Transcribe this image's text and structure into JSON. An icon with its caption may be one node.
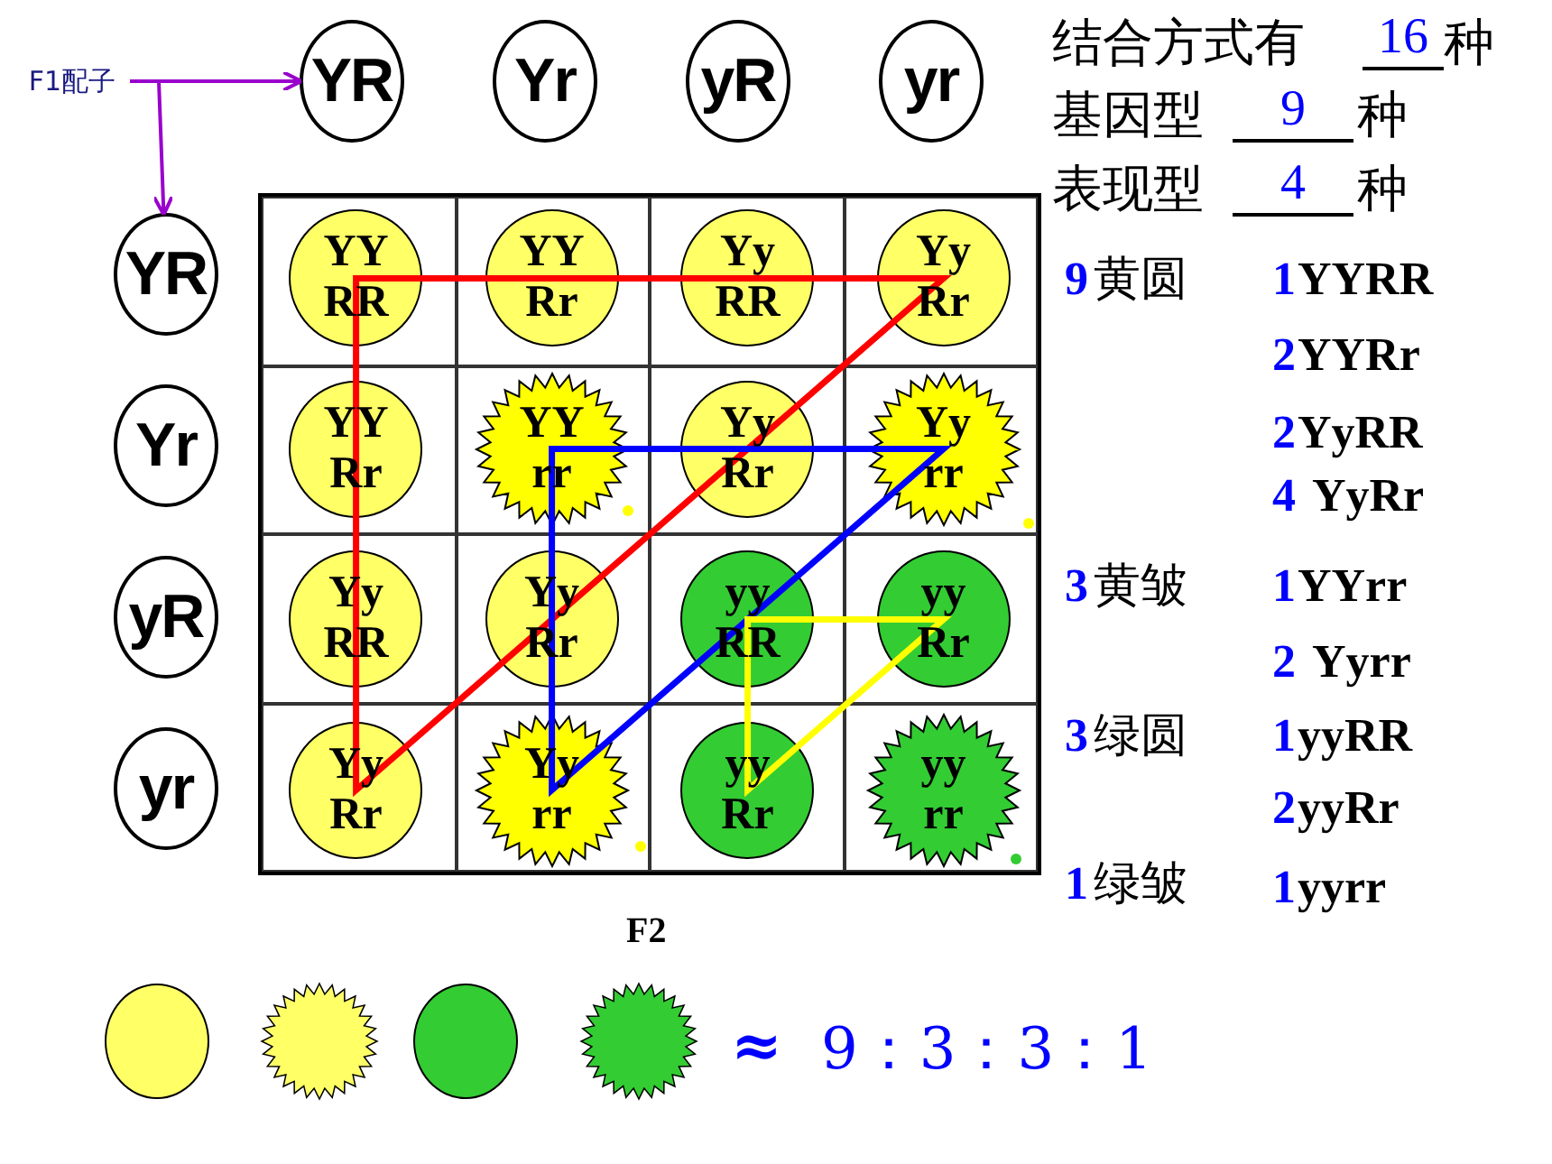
{
  "diagram": {
    "nodes": [
      {
        "text": [
          "F1配子"
        ]
      },
      {
        "text": [
          "YR"
        ]
      },
      {
        "text": [
          "Yr"
        ]
      },
      {
        "text": [
          "yR"
        ]
      },
      {
        "text": [
          "yr"
        ]
      },
      {
        "text": [
          "YR"
        ]
      },
      {
        "text": [
          "YY RR"
        ]
      },
      {
        "text": [
          "YY Rr"
        ]
      },
      {
        "text": [
          "Yy RR"
        ]
      },
      {
        "text": [
          "Yy Rr"
        ]
      },
      {
        "text": [
          "Yr"
        ]
      },
      {
        "text": [
          "YY Rr"
        ]
      },
      {
        "text": [
          "YY rr"
        ]
      },
      {
        "text": [
          "Yy Rr"
        ]
      },
      {
        "text": [
          "Yy rr"
        ]
      },
      {
        "text": [
          "yR"
        ]
      },
      {
        "text": [
          "Yy RR"
        ]
      },
      {
        "text": [
          "Yy Rr"
        ]
      },
      {
        "text": [
          "yy RR"
        ]
      },
      {
        "text": [
          "yy Rr"
        ]
      },
      {
        "text": [
          "yr"
        ]
      },
      {
        "text": [
          "Yy Rr"
        ]
      },
      {
        "text": [
          "Yy rr"
        ]
      },
      {
        "text": [
          "yy Rr"
        ]
      },
      {
        "text": [
          "yy rr"
        ]
      },
      {
        "text": [],
        "shape": "circle"
      },
      {
        "text": [],
        "shape": "star"
      },
      {
        "text": [],
        "shape": "circle"
      },
      {
        "text": [],
        "shape": "star"
      }
    ],
    "edges": [
      {
        "from": 0,
        "to": 1,
        "arrow": "to",
        "color": "#9900cc"
      },
      {
        "from": 0,
        "to": 5,
        "arrow": "to",
        "color": "#9900cc"
      }
    ],
    "labels": [
      "结合方式有",
      "16",
      "种",
      "基因型",
      "9",
      "种",
      "表现型",
      "4",
      "种",
      "9",
      "黄圆",
      "1",
      "YYRR",
      "2",
      "YYRr",
      "2",
      "YyRR",
      "4",
      "YyRr",
      "3",
      "黄皱",
      "1",
      "YYrr",
      "2",
      "Yyrr",
      "3",
      "绿圆",
      "1",
      "yyRR",
      "2",
      "yyRr",
      "1",
      "绿皱",
      "1",
      "yyrr",
      "F2",
      "≈",
      "9：3：3：1"
    ]
  }
}
